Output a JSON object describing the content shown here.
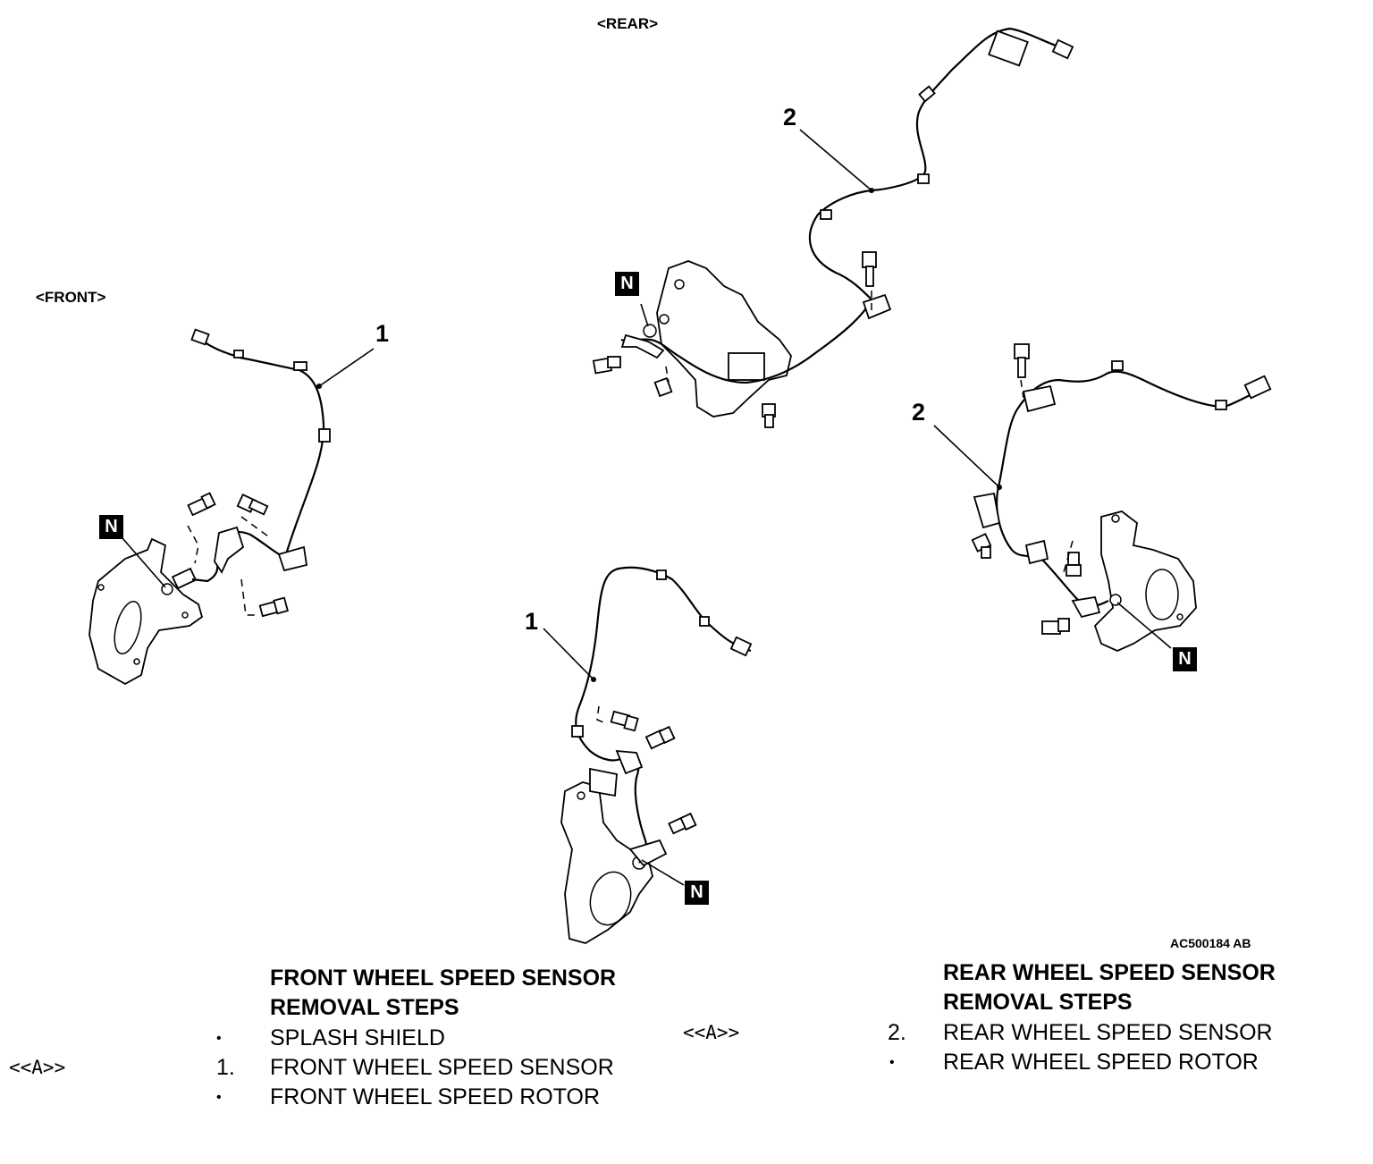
{
  "figure": {
    "rear_heading": "<REAR>",
    "front_heading": "<FRONT>",
    "callouts": [
      "1",
      "1",
      "2",
      "2"
    ],
    "n_badge": "N",
    "figure_code": "AC500184 AB"
  },
  "front_steps": {
    "title_line1": "FRONT WHEEL SPEED SENSOR",
    "title_line2": "REMOVAL STEPS",
    "items": [
      {
        "marker": "•",
        "label": "SPLASH SHIELD",
        "note": ""
      },
      {
        "marker": "1.",
        "label": "FRONT WHEEL SPEED SENSOR",
        "note": "<<A>>"
      },
      {
        "marker": "•",
        "label": "FRONT WHEEL SPEED ROTOR",
        "note": ""
      }
    ]
  },
  "rear_steps": {
    "title_line1": "REAR WHEEL SPEED SENSOR",
    "title_line2": "REMOVAL STEPS",
    "items": [
      {
        "marker": "2.",
        "label": "REAR WHEEL SPEED SENSOR",
        "note": "<<A>>"
      },
      {
        "marker": "•",
        "label": "REAR WHEEL SPEED ROTOR",
        "note": ""
      }
    ]
  }
}
